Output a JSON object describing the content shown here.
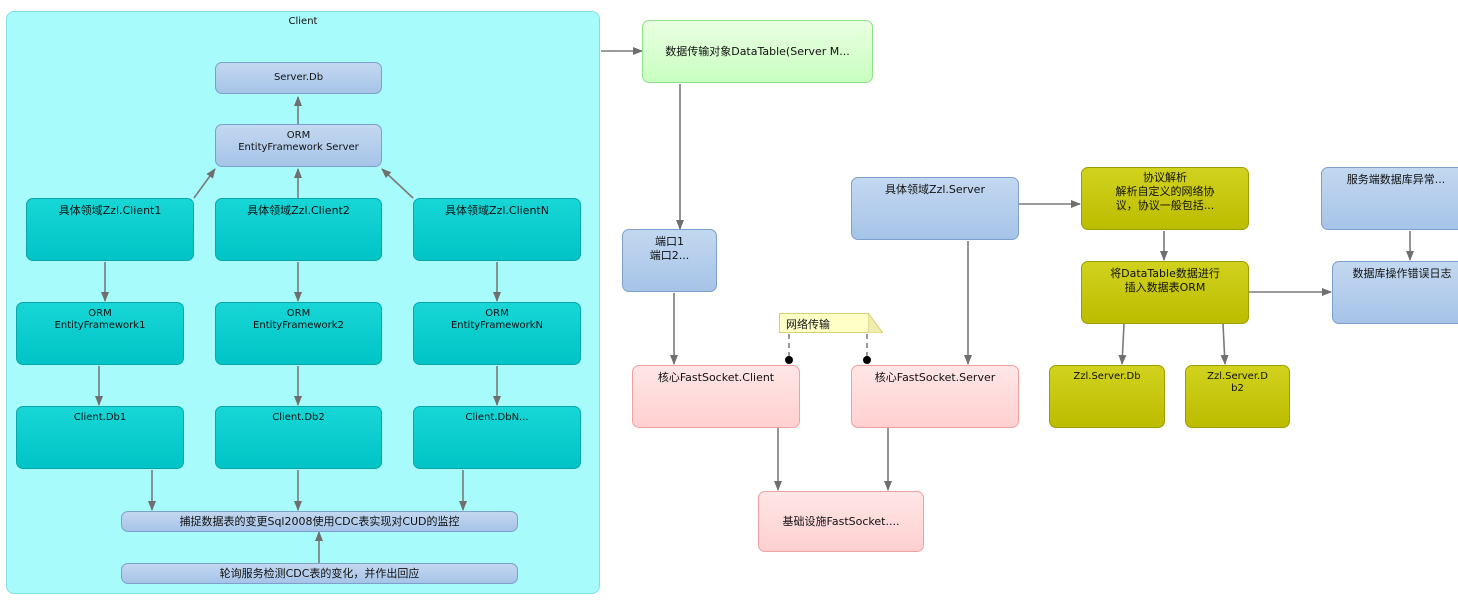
{
  "container": {
    "title": "Client"
  },
  "nodes": {
    "server_db": "Server.Db",
    "orm_server": "ORM\nEntityFramework Server",
    "client1": "具体领域Zzl.Client1",
    "client2": "具体领域Zzl.Client2",
    "clientn": "具体领域Zzl.ClientN",
    "orm1": "ORM\nEntityFramework1",
    "orm2": "ORM\nEntityFramework2",
    "ormn": "ORM\nEntityFrameworkN",
    "db1": "Client.Db1",
    "db2": "Client.Db2",
    "dbn": "Client.DbN...",
    "capture": "捕捉数据表的变更Sql2008使用CDC表实现对CUD的监控",
    "poll": "轮询服务检测CDC表的变化，并作出回应",
    "datatable": "数据传输对象DataTable(Server M...",
    "ports": "端口1\n端口2...",
    "fs_client": "核心FastSocket.Client",
    "fs_server": "核心FastSocket.Server",
    "fs_base": "基础设施FastSocket....",
    "domain_server": "具体领域Zzl.Server",
    "protocol": "协议解析\n解析自定义的网络协\n议，协议一般包括...",
    "insert": "将DataTable数据进行\n插入数据表ORM",
    "server_db_zzl": "Zzl.Server.Db",
    "server_db2": "Zzl.Server.D\nb2",
    "db_exception": "服务端数据库异常...",
    "db_error_log": "数据库操作错误日志"
  },
  "note": {
    "text": "网络传输"
  }
}
